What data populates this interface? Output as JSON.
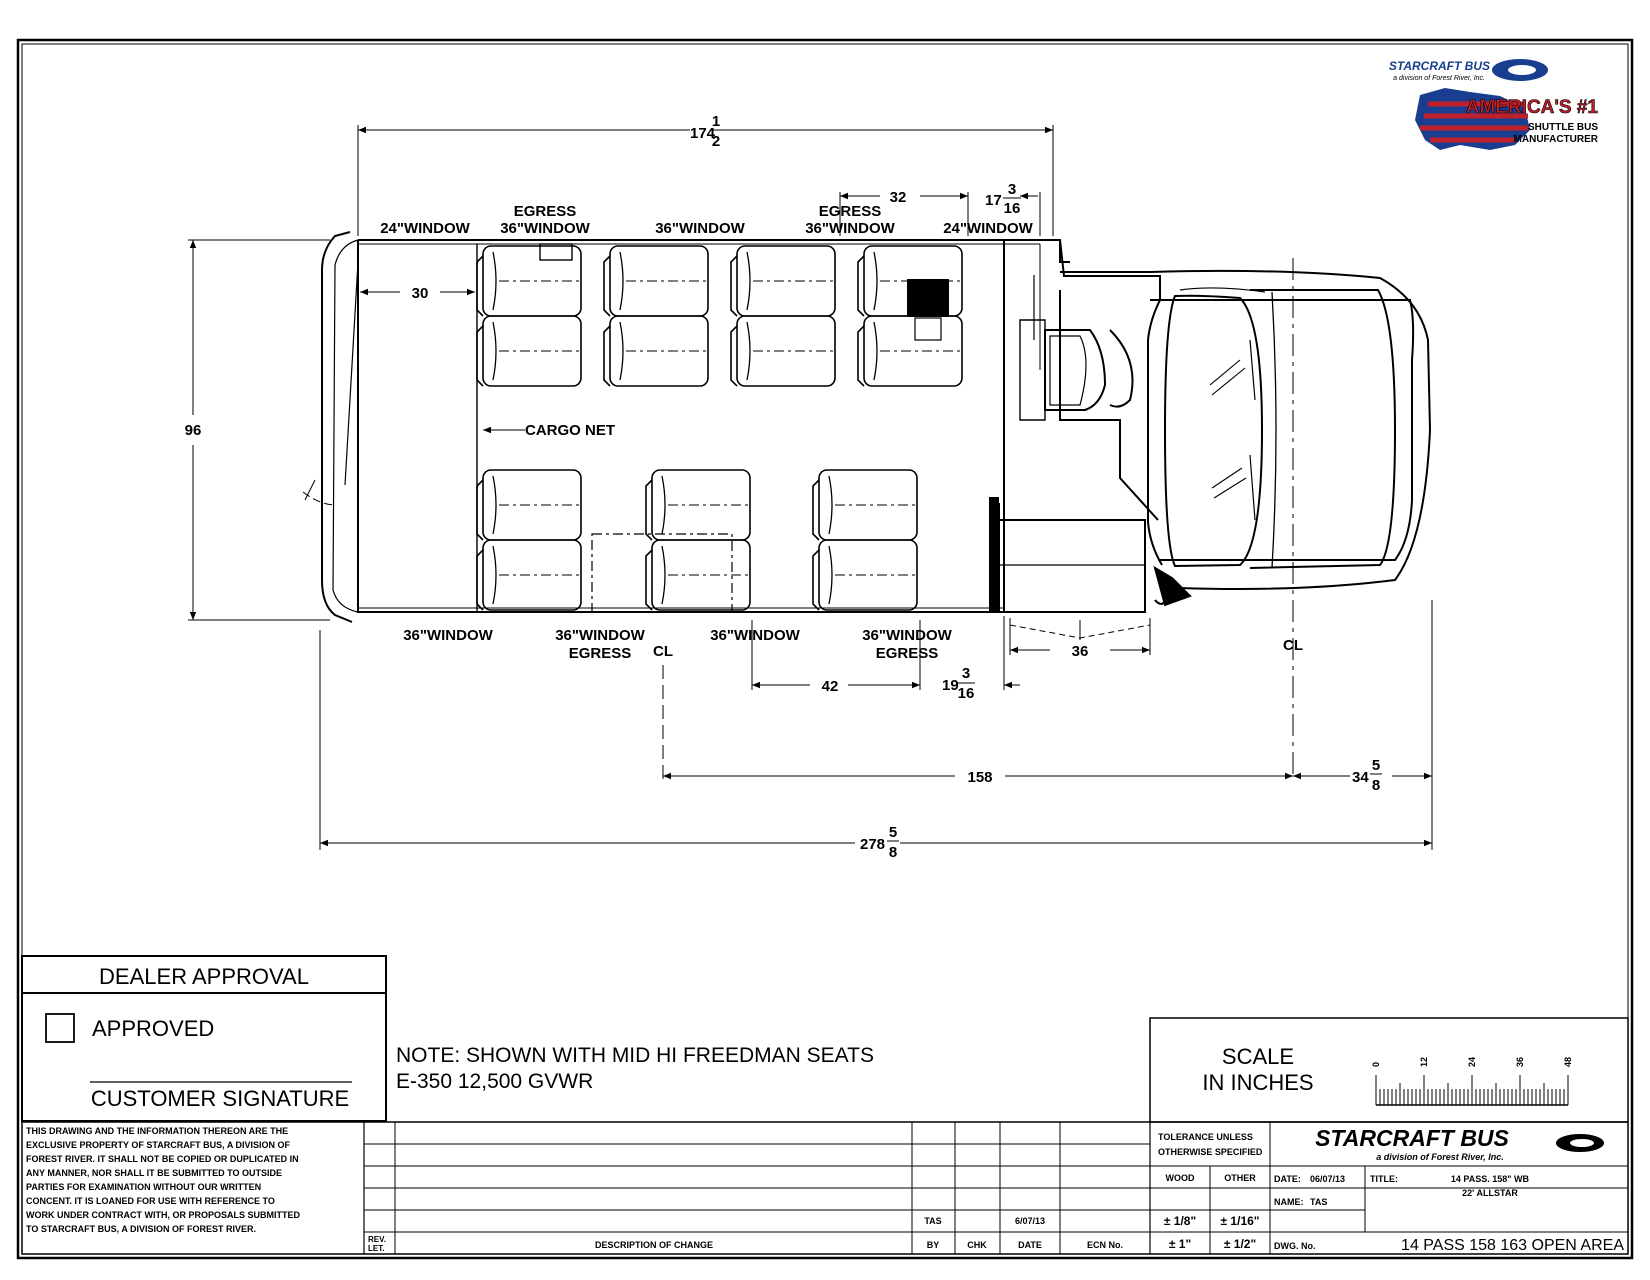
{
  "logo": {
    "brand": "STARCRAFT BUS",
    "division": "a division of Forest River, Inc.",
    "slogan_main": "AMERICA'S #1",
    "slogan_sub1": "SHUTTLE BUS",
    "slogan_sub2": "MANUFACTURER"
  },
  "dimensions": {
    "overall_top_whole": "174",
    "overall_top_num": "1",
    "overall_top_den": "2",
    "d32": "32",
    "d17_whole": "17",
    "d17_num": "3",
    "d17_den": "16",
    "width": "96",
    "rear_30": "30",
    "d42": "42",
    "d19_whole": "19",
    "d19_num": "3",
    "d19_den": "16",
    "door_36": "36",
    "wheelbase": "158",
    "front_whole": "34",
    "front_num": "5",
    "front_den": "8",
    "overall_whole": "278",
    "overall_num": "5",
    "overall_den": "8"
  },
  "labels": {
    "win24_left": "24\"WINDOW",
    "egress_tl": "EGRESS",
    "win36_tl": "36\"WINDOW",
    "win36_tm": "36\"WINDOW",
    "egress_tr": "EGRESS",
    "win36_tr": "36\"WINDOW",
    "win24_right": "24\"WINDOW",
    "win36_bl": "36\"WINDOW",
    "win36_bm1": "36\"WINDOW",
    "egress_bm1": "EGRESS",
    "win36_bm2": "36\"WINDOW",
    "win36_br": "36\"WINDOW",
    "egress_br": "EGRESS",
    "cargo_net": "CARGO NET",
    "centerline": "CL"
  },
  "approval": {
    "title": "DEALER APPROVAL",
    "approved": "APPROVED",
    "signature": "CUSTOMER SIGNATURE"
  },
  "note": {
    "line1": "NOTE: SHOWN WITH MID HI FREEDMAN SEATS",
    "line2": "E-350 12,500 GVWR"
  },
  "scale": {
    "line1": "SCALE",
    "line2": "IN INCHES",
    "ticks": [
      "0",
      "12",
      "24",
      "36",
      "48"
    ]
  },
  "legal": [
    "THIS DRAWING AND THE INFORMATION THEREON ARE THE",
    "EXCLUSIVE PROPERTY OF STARCRAFT BUS, A DIVISION OF",
    "FOREST RIVER. IT SHALL NOT BE COPIED OR DUPLICATED IN",
    "ANY MANNER, NOR SHALL IT BE SUBMITTED TO OUTSIDE",
    "PARTIES FOR EXAMINATION WITHOUT OUR WRITTEN",
    "CONCENT. IT IS LOANED FOR USE WITH REFERENCE TO",
    "WORK UNDER CONTRACT WITH, OR PROPOSALS SUBMITTED",
    "TO STARCRAFT BUS, A DIVISION OF FOREST RIVER."
  ],
  "revision": {
    "rev_line1": "REV.",
    "rev_line2": "LET.",
    "description": "DESCRIPTION OF CHANGE",
    "by": "BY",
    "chk": "CHK",
    "date": "DATE",
    "ecn": "ECN No.",
    "entry_by": "TAS",
    "entry_date": "6/07/13"
  },
  "tolerance": {
    "line1": "TOLERANCE UNLESS",
    "line2": "OTHERWISE SPECIFIED",
    "wood": "WOOD",
    "other": "OTHER",
    "wood_fine": "± 1/8\"",
    "other_fine": "± 1/16\"",
    "wood_coarse": "± 1\"",
    "other_coarse": "± 1/2\""
  },
  "title_block": {
    "company": "STARCRAFT BUS",
    "division": "a division of Forest River, Inc.",
    "date_label": "DATE:",
    "date_value": "06/07/13",
    "title_label": "TITLE:",
    "title_line1": "14 PASS. 158\" WB",
    "title_line2": "22' ALLSTAR",
    "name_label": "NAME:",
    "name_value": "TAS",
    "dwg_label": "DWG. No.",
    "dwg_value": "14 PASS 158 163 OPEN AREA"
  }
}
